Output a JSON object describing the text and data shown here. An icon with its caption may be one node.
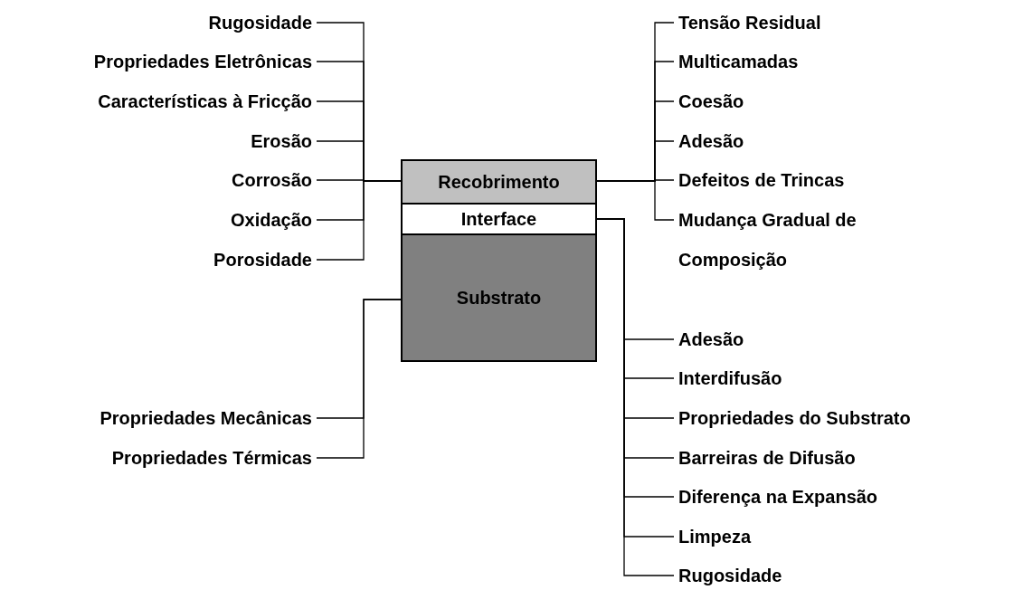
{
  "diagram": {
    "nodes": [
      {
        "text": [
          "Recobrimento"
        ]
      },
      {
        "text": [
          "Interface"
        ]
      },
      {
        "text": [
          "Substrato"
        ]
      },
      {
        "text": [
          "Rugosidade"
        ]
      },
      {
        "text": [
          "Propriedades Eletrônicas"
        ]
      },
      {
        "text": [
          "Características à Fricção"
        ]
      },
      {
        "text": [
          "Erosão"
        ]
      },
      {
        "text": [
          "Corrosão"
        ]
      },
      {
        "text": [
          "Oxidação"
        ]
      },
      {
        "text": [
          "Porosidade"
        ]
      },
      {
        "text": [
          "Tensão Residual"
        ]
      },
      {
        "text": [
          "Multicamadas"
        ]
      },
      {
        "text": [
          "Coesão"
        ]
      },
      {
        "text": [
          "Adesão"
        ]
      },
      {
        "text": [
          "Defeitos de Trincas"
        ]
      },
      {
        "text": [
          "Mudança Gradual de Composição"
        ]
      },
      {
        "text": [
          "Propriedades Mecânicas"
        ]
      },
      {
        "text": [
          "Propriedades Térmicas"
        ]
      },
      {
        "text": [
          "Adesão"
        ]
      },
      {
        "text": [
          "Interdifusão"
        ]
      },
      {
        "text": [
          "Propriedades do Substrato"
        ]
      },
      {
        "text": [
          "Barreiras de Difusão"
        ]
      },
      {
        "text": [
          "Diferença na Expansão"
        ]
      },
      {
        "text": [
          "Limpeza"
        ]
      },
      {
        "text": [
          "Rugosidade"
        ]
      }
    ],
    "edges": [
      {
        "from": 0,
        "to": 3,
        "arrow": "none"
      },
      {
        "from": 0,
        "to": 4,
        "arrow": "none"
      },
      {
        "from": 0,
        "to": 5,
        "arrow": "none"
      },
      {
        "from": 0,
        "to": 6,
        "arrow": "none"
      },
      {
        "from": 0,
        "to": 7,
        "arrow": "none"
      },
      {
        "from": 0,
        "to": 8,
        "arrow": "none"
      },
      {
        "from": 0,
        "to": 9,
        "arrow": "none"
      },
      {
        "from": 0,
        "to": 10,
        "arrow": "none"
      },
      {
        "from": 0,
        "to": 11,
        "arrow": "none"
      },
      {
        "from": 0,
        "to": 12,
        "arrow": "none"
      },
      {
        "from": 0,
        "to": 13,
        "arrow": "none"
      },
      {
        "from": 0,
        "to": 14,
        "arrow": "none"
      },
      {
        "from": 0,
        "to": 15,
        "arrow": "none"
      },
      {
        "from": 2,
        "to": 16,
        "arrow": "none"
      },
      {
        "from": 2,
        "to": 17,
        "arrow": "none"
      },
      {
        "from": 1,
        "to": 18,
        "arrow": "none"
      },
      {
        "from": 1,
        "to": 19,
        "arrow": "none"
      },
      {
        "from": 1,
        "to": 20,
        "arrow": "none"
      },
      {
        "from": 1,
        "to": 21,
        "arrow": "none"
      },
      {
        "from": 1,
        "to": 22,
        "arrow": "none"
      },
      {
        "from": 1,
        "to": 23,
        "arrow": "none"
      },
      {
        "from": 1,
        "to": 24,
        "arrow": "none"
      }
    ]
  }
}
